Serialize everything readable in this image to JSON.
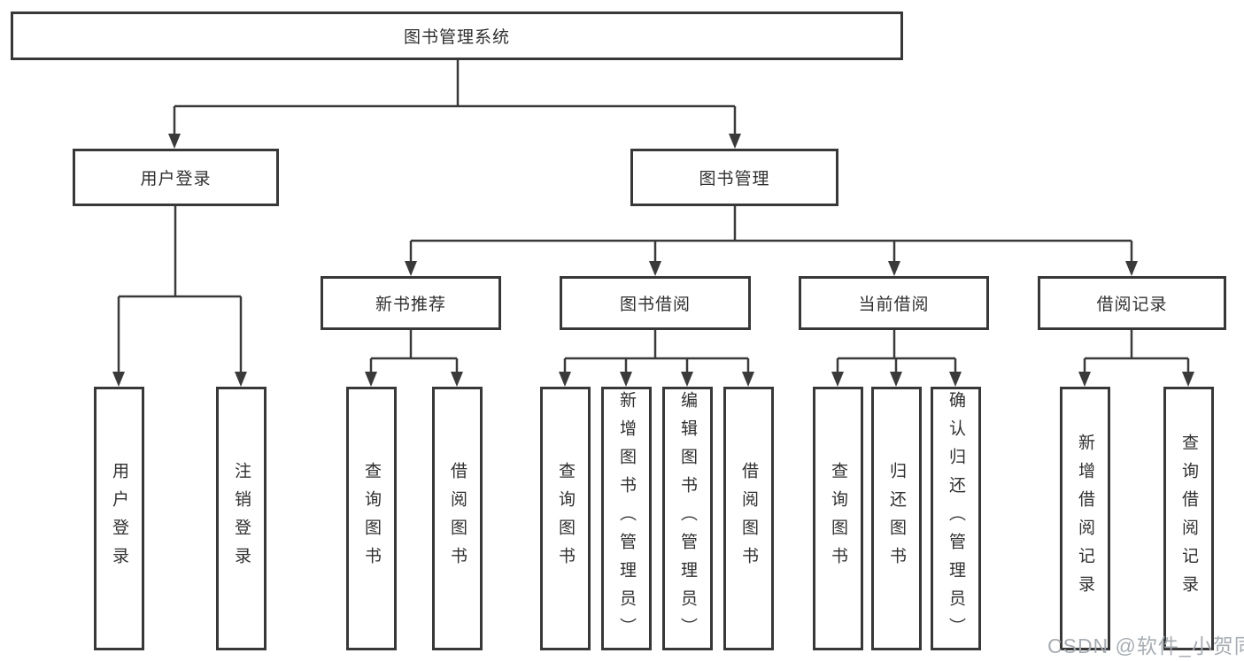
{
  "diagram": {
    "title": "图书管理系统",
    "branches": [
      {
        "label": "用户登录",
        "leaves": [
          "用户登录",
          "注销登录"
        ]
      },
      {
        "label": "图书管理",
        "sections": [
          {
            "label": "新书推荐",
            "leaves": [
              "查询图书",
              "借阅图书"
            ]
          },
          {
            "label": "图书借阅",
            "leaves": [
              "查询图书",
              "新增图书（管理员）",
              "编辑图书（管理员）",
              "借阅图书"
            ]
          },
          {
            "label": "当前借阅",
            "leaves": [
              "查询图书",
              "归还图书",
              "确认归还（管理员）"
            ]
          },
          {
            "label": "借阅记录",
            "leaves": [
              "新增借阅记录",
              "查询借阅记录"
            ]
          }
        ]
      }
    ]
  },
  "watermark": "CSDN @软件_小贺同学",
  "colors": {
    "background": "#ffffff",
    "line": "#3a3a3a",
    "box_border": "#383838",
    "text": "#303030",
    "watermark": "#a3a9af"
  }
}
